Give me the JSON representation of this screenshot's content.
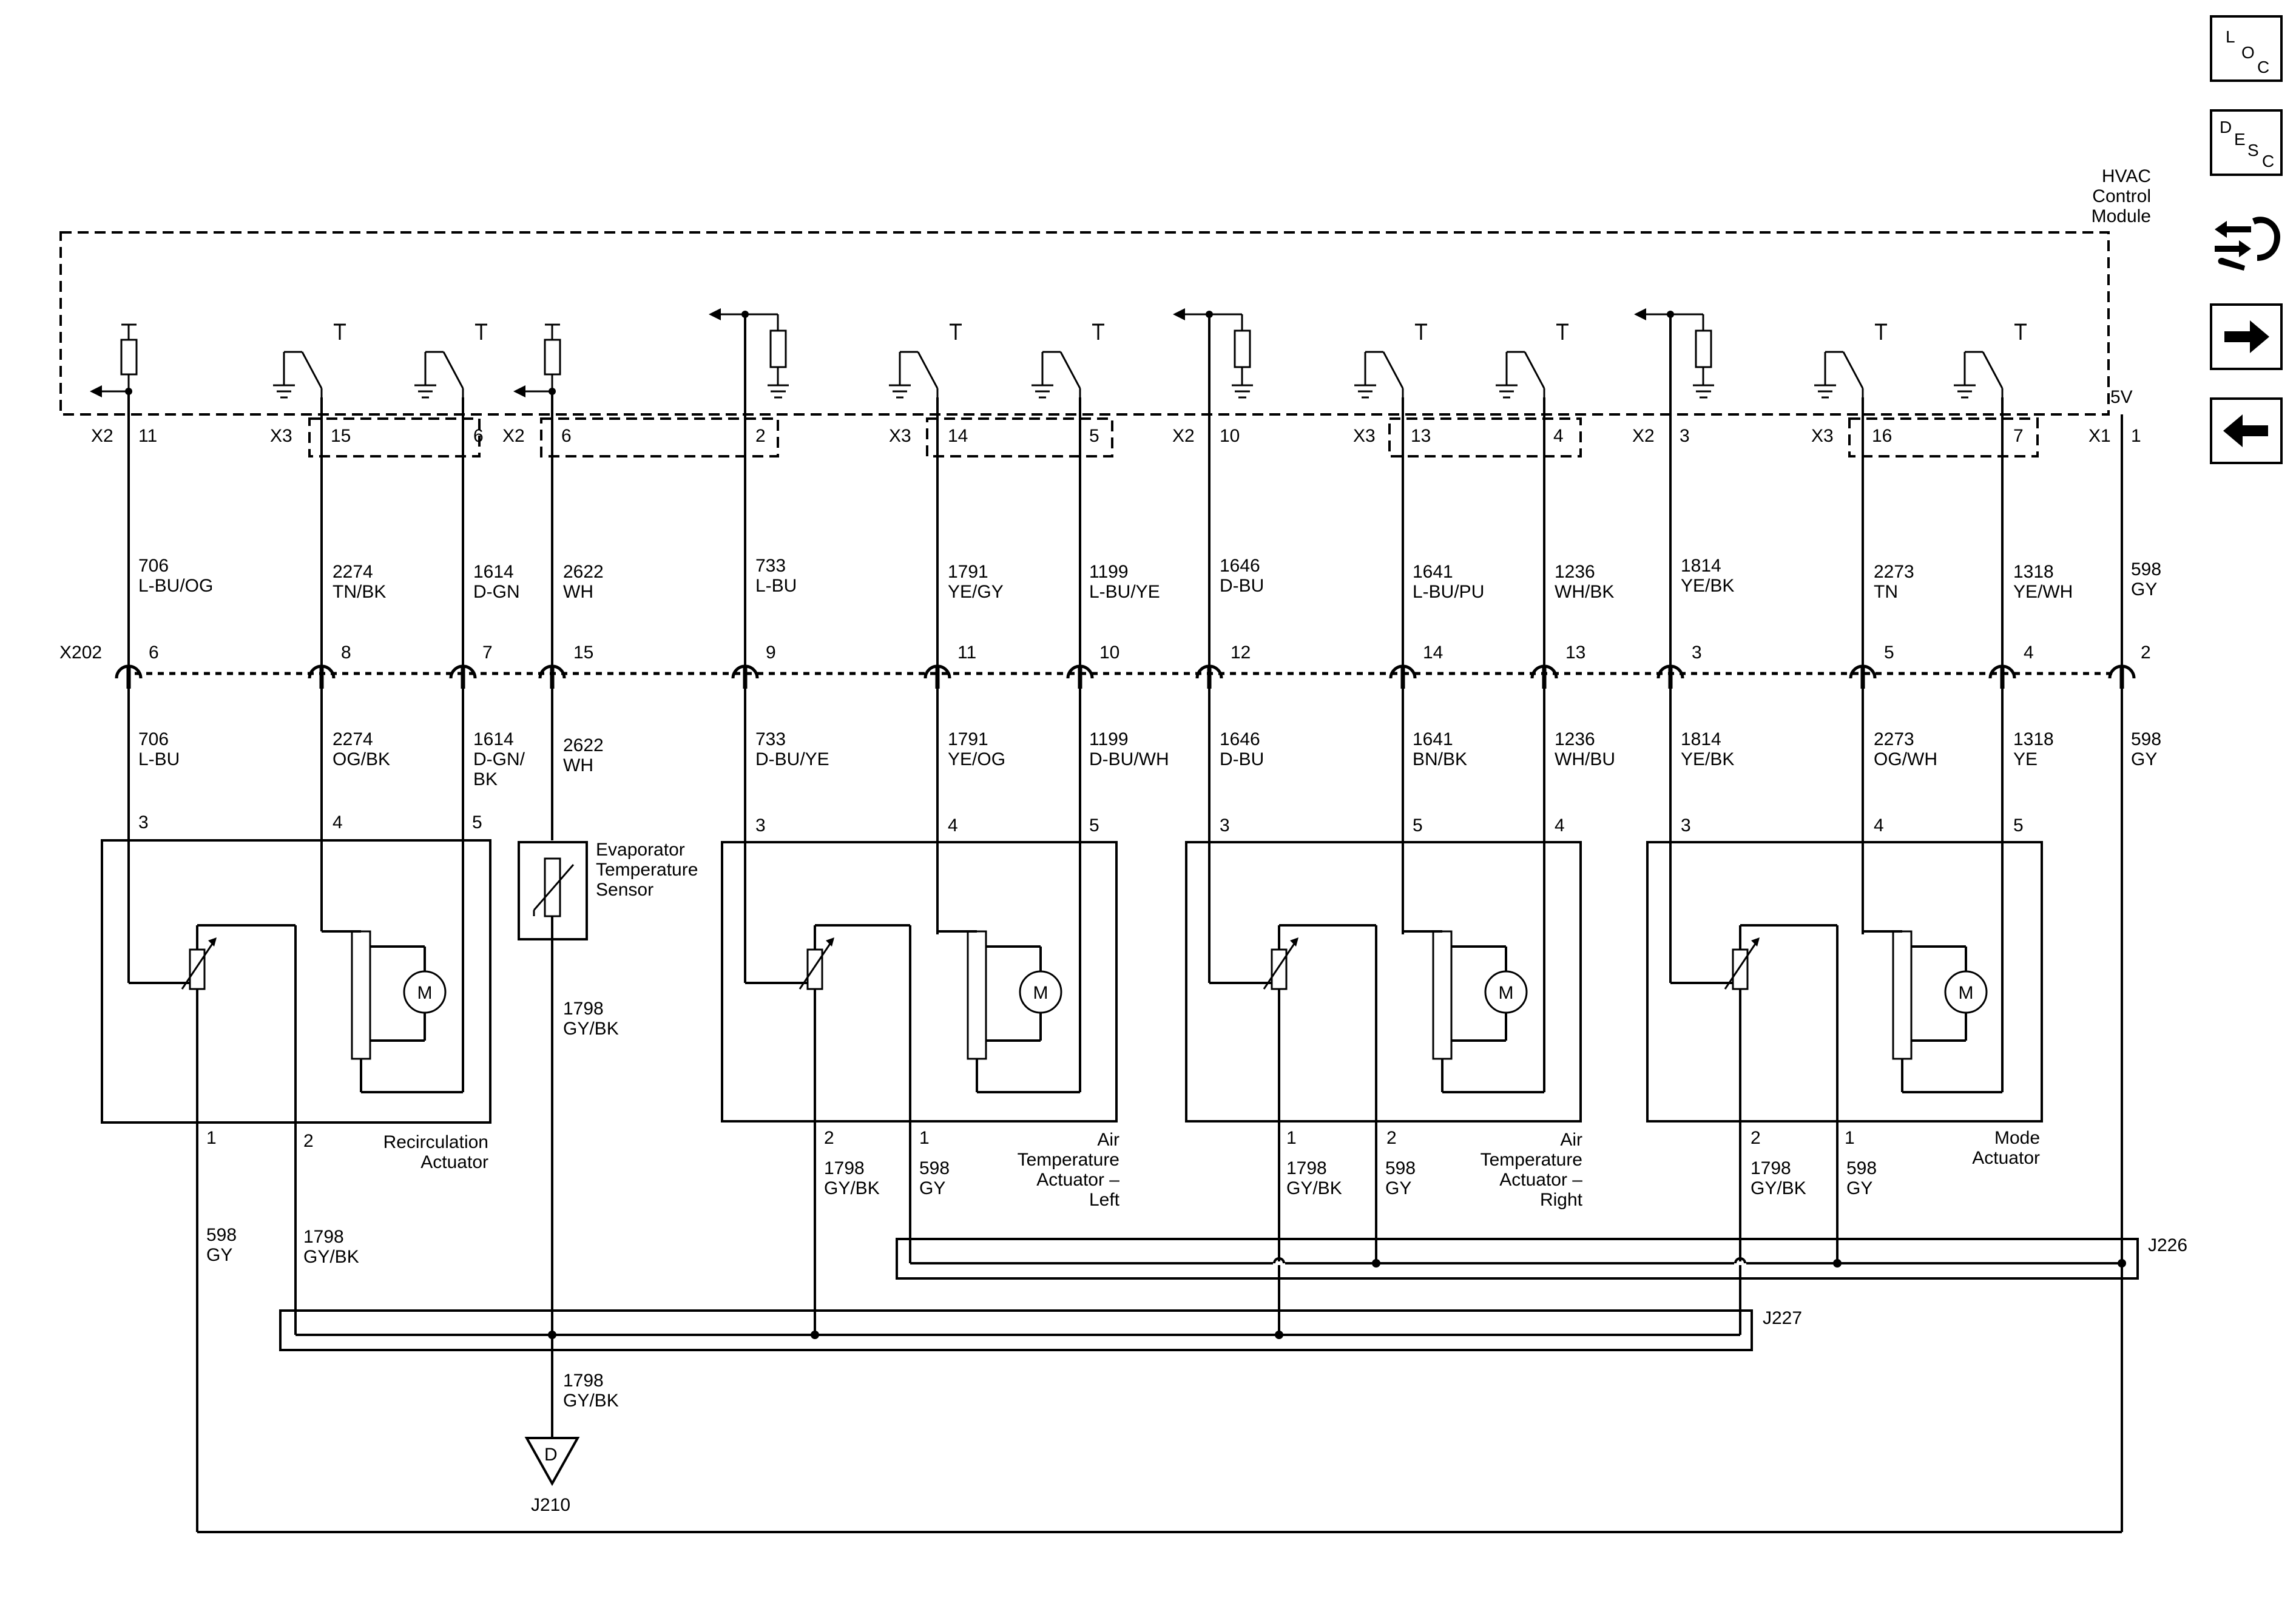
{
  "module": {
    "title": [
      "HVAC",
      "Control",
      "Module"
    ],
    "voltage": "5V",
    "pins": [
      {
        "connector": "X2",
        "pin": "11"
      },
      {
        "connector": "X3",
        "pin": "15"
      },
      {
        "connector": "",
        "pin": "6"
      },
      {
        "connector": "X2",
        "pin": "6"
      },
      {
        "connector": "",
        "pin": "2"
      },
      {
        "connector": "X3",
        "pin": "14"
      },
      {
        "connector": "",
        "pin": "5"
      },
      {
        "connector": "X2",
        "pin": "10"
      },
      {
        "connector": "X3",
        "pin": "13"
      },
      {
        "connector": "",
        "pin": "4"
      },
      {
        "connector": "X2",
        "pin": "3"
      },
      {
        "connector": "X3",
        "pin": "16"
      },
      {
        "connector": "",
        "pin": "7"
      },
      {
        "connector": "X1",
        "pin": "1"
      }
    ]
  },
  "upper_wires": [
    {
      "circuit": "706",
      "color": "L-BU/OG"
    },
    {
      "circuit": "2274",
      "color": "TN/BK"
    },
    {
      "circuit": "1614",
      "color": "D-GN"
    },
    {
      "circuit": "2622",
      "color": "WH"
    },
    {
      "circuit": "733",
      "color": "L-BU"
    },
    {
      "circuit": "1791",
      "color": "YE/GY"
    },
    {
      "circuit": "1199",
      "color": "L-BU/YE"
    },
    {
      "circuit": "1646",
      "color": "D-BU"
    },
    {
      "circuit": "1641",
      "color": "L-BU/PU"
    },
    {
      "circuit": "1236",
      "color": "WH/BK"
    },
    {
      "circuit": "1814",
      "color": "YE/BK"
    },
    {
      "circuit": "2273",
      "color": "TN"
    },
    {
      "circuit": "1318",
      "color": "YE/WH"
    },
    {
      "circuit": "598",
      "color": "GY"
    }
  ],
  "inline_connector": {
    "name": "X202",
    "pins": [
      "6",
      "8",
      "7",
      "15",
      "9",
      "11",
      "10",
      "12",
      "14",
      "13",
      "3",
      "5",
      "4",
      "2"
    ]
  },
  "lower_wires": [
    {
      "circuit": "706",
      "color": "L-BU"
    },
    {
      "circuit": "2274",
      "color": "OG/BK"
    },
    {
      "circuit": "1614",
      "color": "D-GN/",
      "color2": "BK"
    },
    {
      "circuit": "2622",
      "color": "WH"
    },
    {
      "circuit": "733",
      "color": "D-BU/YE"
    },
    {
      "circuit": "1791",
      "color": "YE/OG"
    },
    {
      "circuit": "1199",
      "color": "D-BU/WH"
    },
    {
      "circuit": "1646",
      "color": "D-BU"
    },
    {
      "circuit": "1641",
      "color": "BN/BK"
    },
    {
      "circuit": "1236",
      "color": "WH/BU"
    },
    {
      "circuit": "1814",
      "color": "YE/BK"
    },
    {
      "circuit": "2273",
      "color": "OG/WH"
    },
    {
      "circuit": "1318",
      "color": "YE"
    },
    {
      "circuit": "598",
      "color": "GY"
    }
  ],
  "actuators": [
    {
      "name": [
        "Recirculation",
        "Actuator"
      ],
      "top_pins": [
        "3",
        "4",
        "5"
      ],
      "bottom_pins": [
        "1",
        "2"
      ]
    },
    {
      "name": [
        "Air",
        "Temperature",
        "Actuator –",
        "Left"
      ],
      "top_pins": [
        "3",
        "4",
        "5"
      ],
      "bottom_pins": [
        "2",
        "1"
      ]
    },
    {
      "name": [
        "Air",
        "Temperature",
        "Actuator –",
        "Right"
      ],
      "top_pins": [
        "3",
        "5",
        "4"
      ],
      "bottom_pins": [
        "1",
        "2"
      ]
    },
    {
      "name": [
        "Mode",
        "Actuator"
      ],
      "top_pins": [
        "3",
        "4",
        "5"
      ],
      "bottom_pins": [
        "2",
        "1"
      ]
    }
  ],
  "sensor": {
    "name": [
      "Evaporator",
      "Temperature",
      "Sensor"
    ]
  },
  "bottom_wire_labels": [
    {
      "circuit": "598",
      "color": "GY"
    },
    {
      "circuit": "1798",
      "color": "GY/BK"
    },
    {
      "circuit": "1798",
      "color": "GY/BK"
    },
    {
      "circuit": "598",
      "color": "GY"
    },
    {
      "circuit": "1798",
      "color": "GY/BK"
    },
    {
      "circuit": "598",
      "color": "GY"
    },
    {
      "circuit": "1798",
      "color": "GY/BK"
    },
    {
      "circuit": "598",
      "color": "GY"
    },
    {
      "circuit": "1798",
      "color": "GY/BK"
    }
  ],
  "sensor_wire": {
    "circuit": "1798",
    "color": "GY/BK"
  },
  "motor_symbol": "M",
  "splices": {
    "j226": "J226",
    "j227": "J227"
  },
  "ground": {
    "letter": "D",
    "name": "J210",
    "circuit": "1798",
    "color": "GY/BK"
  },
  "nav": {
    "loc": [
      "L",
      "O",
      "C"
    ],
    "desc": [
      "D",
      "E",
      "S",
      "C"
    ]
  }
}
